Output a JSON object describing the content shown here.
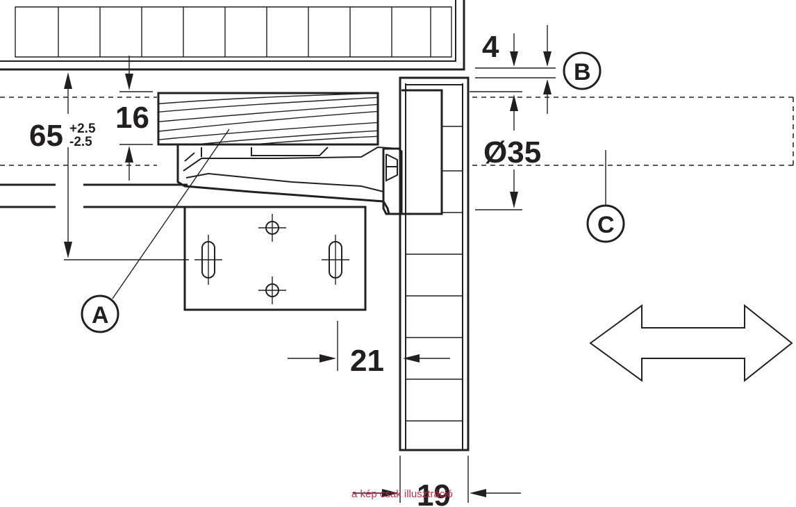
{
  "dimensions": {
    "depth": {
      "value": "65",
      "tol_plus": "+2.5",
      "tol_minus": "-2.5"
    },
    "thickness_top": "16",
    "offset_b": "4",
    "bore": "Ø35",
    "edge_distance": "21",
    "door_thickness": "19"
  },
  "callouts": {
    "a": "A",
    "b": "B",
    "c": "C"
  },
  "watermark": "a kép csak illusztráció"
}
